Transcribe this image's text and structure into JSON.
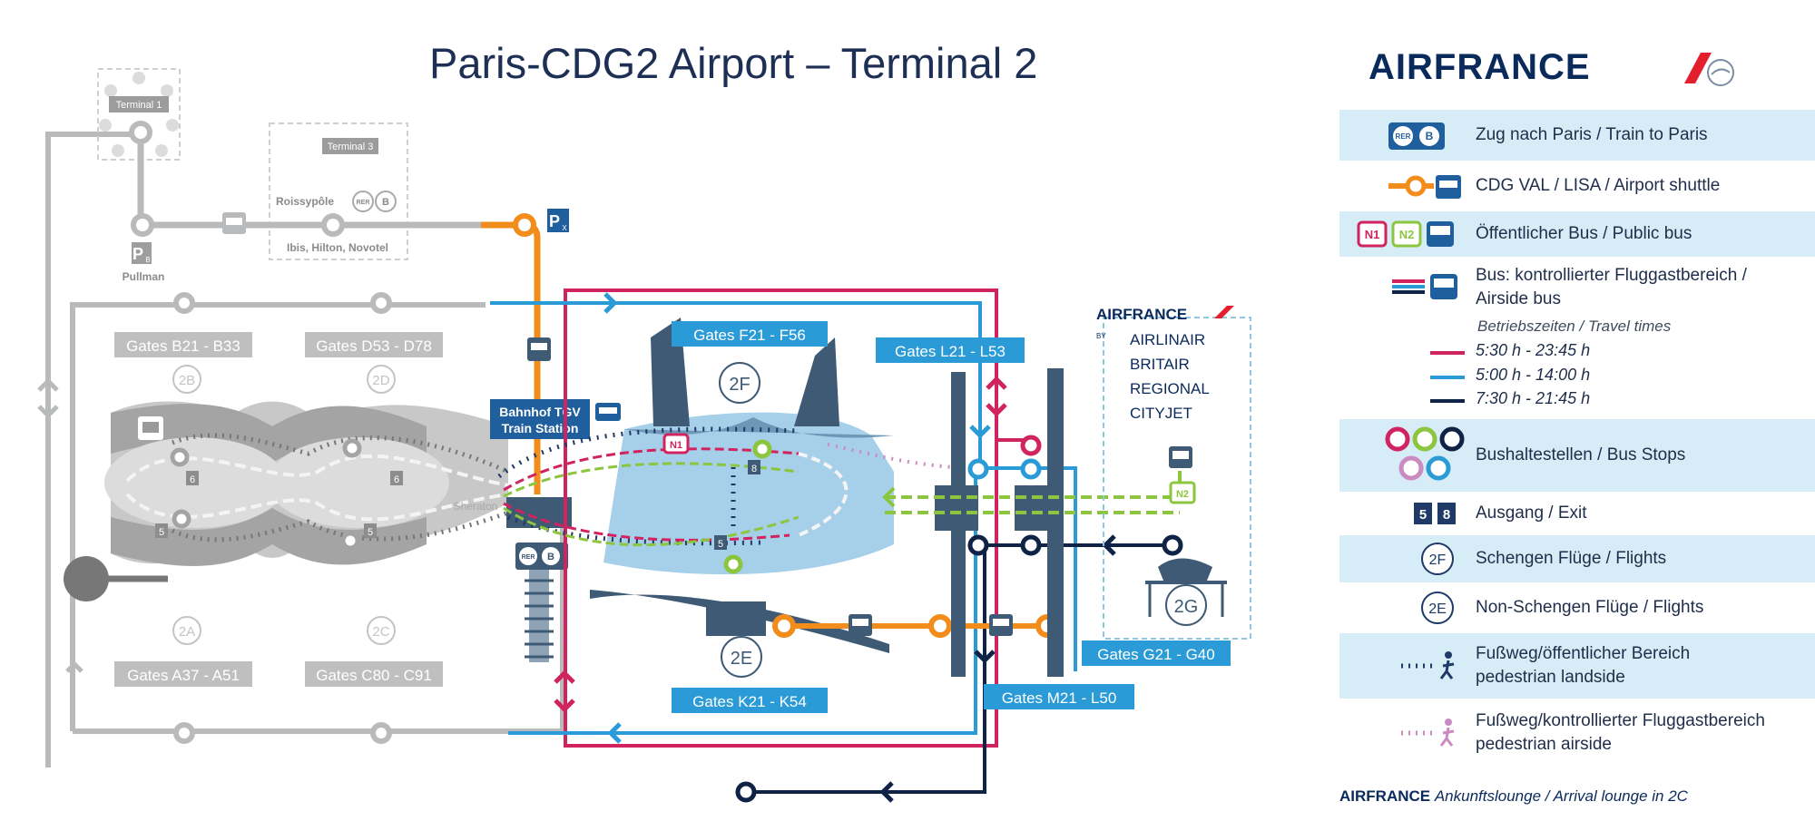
{
  "title": "Paris-CDG2 Airport – Terminal 2",
  "brand": {
    "name": "AIRFRANCE",
    "color": "#0b2a5c",
    "accent": "#e41f2d"
  },
  "colors": {
    "navy": "#0f2347",
    "pink": "#d1235f",
    "blue": "#2b9bd8",
    "orange": "#f28c1b",
    "green": "#8cc53e",
    "gray_line": "#b9babc",
    "gray_terminal": "#c8c8c8",
    "light_blue": "#a6cfe9",
    "band": "#d6ecf7",
    "steel": "#3e5a75"
  },
  "map": {
    "terminal1": "Terminal 1",
    "terminal3": "Terminal 3",
    "roissypole": "Roissypôle",
    "roissypole_hotels": "Ibis, Hilton, Novotel",
    "pullman": "Pullman",
    "parking_b": "P",
    "parking_b_sub": "B",
    "parking_x": "P",
    "parking_x_sub": "X",
    "rer": "RER",
    "rer_b": "B",
    "station": {
      "line1": "Bahnhof TGV",
      "line2": "Train Station"
    },
    "sheraton": "Sheraton",
    "gates": {
      "b": "Gates B21 - B33",
      "d": "Gates D53 - D78",
      "a": "Gates A37 - A51",
      "c": "Gates C80 - C91",
      "f": "Gates F21 - F56",
      "l": "Gates L21 - L53",
      "k": "Gates K21 - K54",
      "m": "Gates M21 - L50",
      "g": "Gates G21 - G40"
    },
    "terminal_codes": {
      "t2a": "2A",
      "t2b": "2B",
      "t2c": "2C",
      "t2d": "2D",
      "t2e": "2E",
      "t2f": "2F",
      "t2g": "2G"
    },
    "exit_numbers": {
      "b": "6",
      "d": "6",
      "a": "5",
      "c": "5",
      "f_top": "8",
      "f_bottom": "5"
    },
    "bus_n1": "N1",
    "bus_n2": "N2",
    "partners_logo": "AIRFRANCE",
    "partners_by": "BY",
    "partners": [
      "AIRLINAIR",
      "BRITAIR",
      "REGIONAL",
      "CITYJET"
    ]
  },
  "legend": {
    "rer": "RER",
    "rer_b": "B",
    "train": "Zug nach Paris / Train to Paris",
    "shuttle": "CDG VAL / LISA / Airport shuttle",
    "public_bus_n1": "N1",
    "public_bus_n2": "N2",
    "public_bus": "Öffentlicher Bus / Public bus",
    "airside_bus_line1": "Bus: kontrollierter Fluggastbereich /",
    "airside_bus_line2": "Airside bus",
    "times_title": "Betriebszeiten / Travel times",
    "times": [
      "5:30 h - 23:45 h",
      "5:00 h - 14:00 h",
      "7:30 h - 21:45 h"
    ],
    "bus_stops": "Bushaltestellen / Bus Stops",
    "exit_5": "5",
    "exit_8": "8",
    "exit": "Ausgang / Exit",
    "schengen_code": "2F",
    "schengen": "Schengen Flüge / Flights",
    "non_schengen_code": "2E",
    "non_schengen": "Non-Schengen Flüge / Flights",
    "landside_line1": "Fußweg/öffentlicher Bereich",
    "landside_line2": "pedestrian landside",
    "airside_line1": "Fußweg/kontrollierter Fluggastbereich",
    "airside_line2": "pedestrian airside",
    "footer_brand": "AIRFRANCE",
    "footer_text": "Ankunftslounge / Arrival lounge in 2C"
  }
}
